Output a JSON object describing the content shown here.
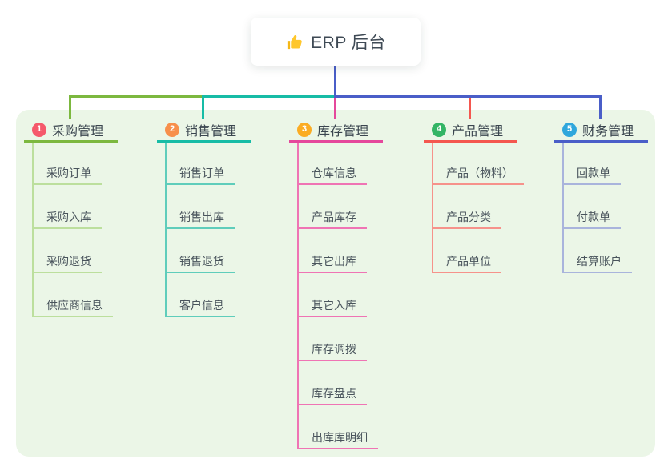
{
  "root": {
    "title": "ERP 后台",
    "icon": "thumbs-up-icon"
  },
  "colors": {
    "panel_bg": "#EBF6E7",
    "root_connector": "#4A5EC8",
    "root_title_text": "#3F4A55",
    "branch_label_text": "#3A454F",
    "child_label_text": "#49545C",
    "thumb_icon": "#FFC72C"
  },
  "branches": [
    {
      "number": "1",
      "label": "采购管理",
      "badge_color": "#F5596B",
      "line_color": "#7CB83F",
      "child_line_color": "#BCDF9D",
      "children": [
        "采购订单",
        "采购入库",
        "采购退货",
        "供应商信息"
      ]
    },
    {
      "number": "2",
      "label": "销售管理",
      "badge_color": "#F78F4B",
      "line_color": "#17BCA6",
      "child_line_color": "#5FCDBB",
      "children": [
        "销售订单",
        "销售出库",
        "销售退货",
        "客户信息"
      ]
    },
    {
      "number": "3",
      "label": "库存管理",
      "badge_color": "#FBAC23",
      "line_color": "#E5489C",
      "child_line_color": "#EF74B4",
      "children": [
        "仓库信息",
        "产品库存",
        "其它出库",
        "其它入库",
        "库存调拨",
        "库存盘点",
        "出库库明细"
      ]
    },
    {
      "number": "4",
      "label": "产品管理",
      "badge_color": "#33B565",
      "line_color": "#F4574F",
      "child_line_color": "#F6928B",
      "children": [
        "产品（物料）",
        "产品分类",
        "产品单位"
      ]
    },
    {
      "number": "5",
      "label": "财务管理",
      "badge_color": "#2FA7DC",
      "line_color": "#4A5EC8",
      "child_line_color": "#A9B4DC",
      "children": [
        "回款单",
        "付款单",
        "结算账户"
      ]
    }
  ]
}
